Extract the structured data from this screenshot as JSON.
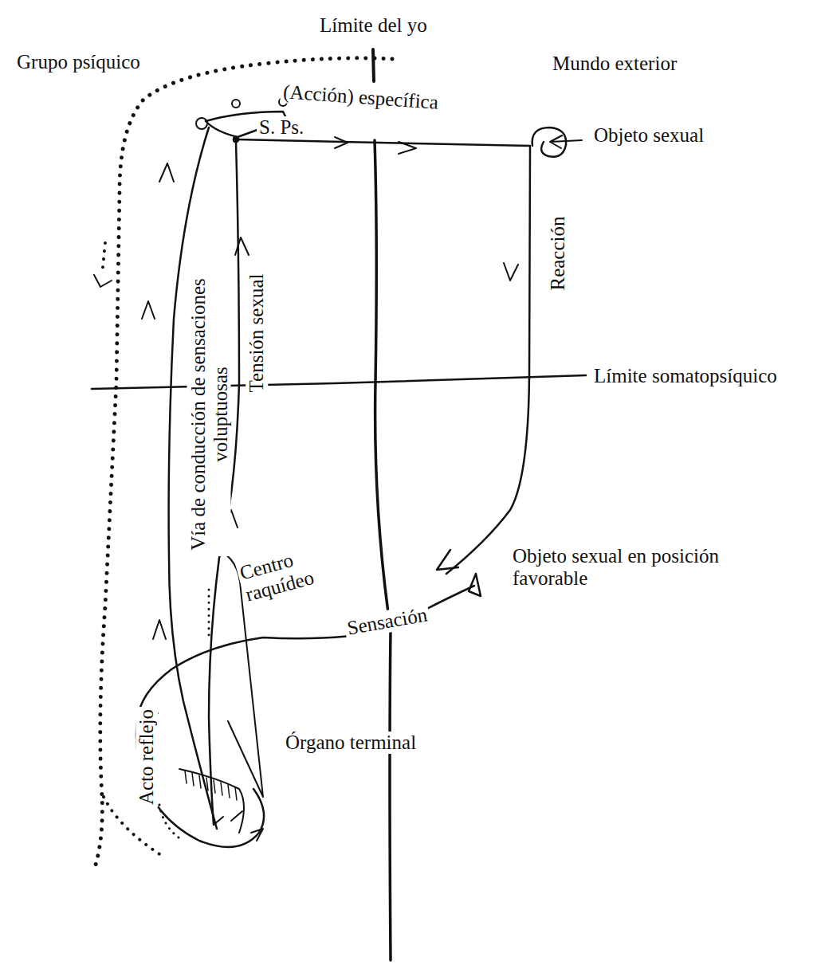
{
  "diagram": {
    "labels": [
      "Límite del yo",
      "Grupo psíquico",
      "Mundo exterior",
      "(Acción) específica",
      "Objeto sexual",
      "S. Ps.",
      "Reacción",
      "Vía de conducción de sensaciones voluptuosas",
      "Tensión sexual",
      "Límite somatopsíquico",
      "Objeto sexual en posición favorable",
      "Centro raquídeo",
      "Sensación",
      "Acto reflejo",
      "Órgano terminal"
    ]
  }
}
